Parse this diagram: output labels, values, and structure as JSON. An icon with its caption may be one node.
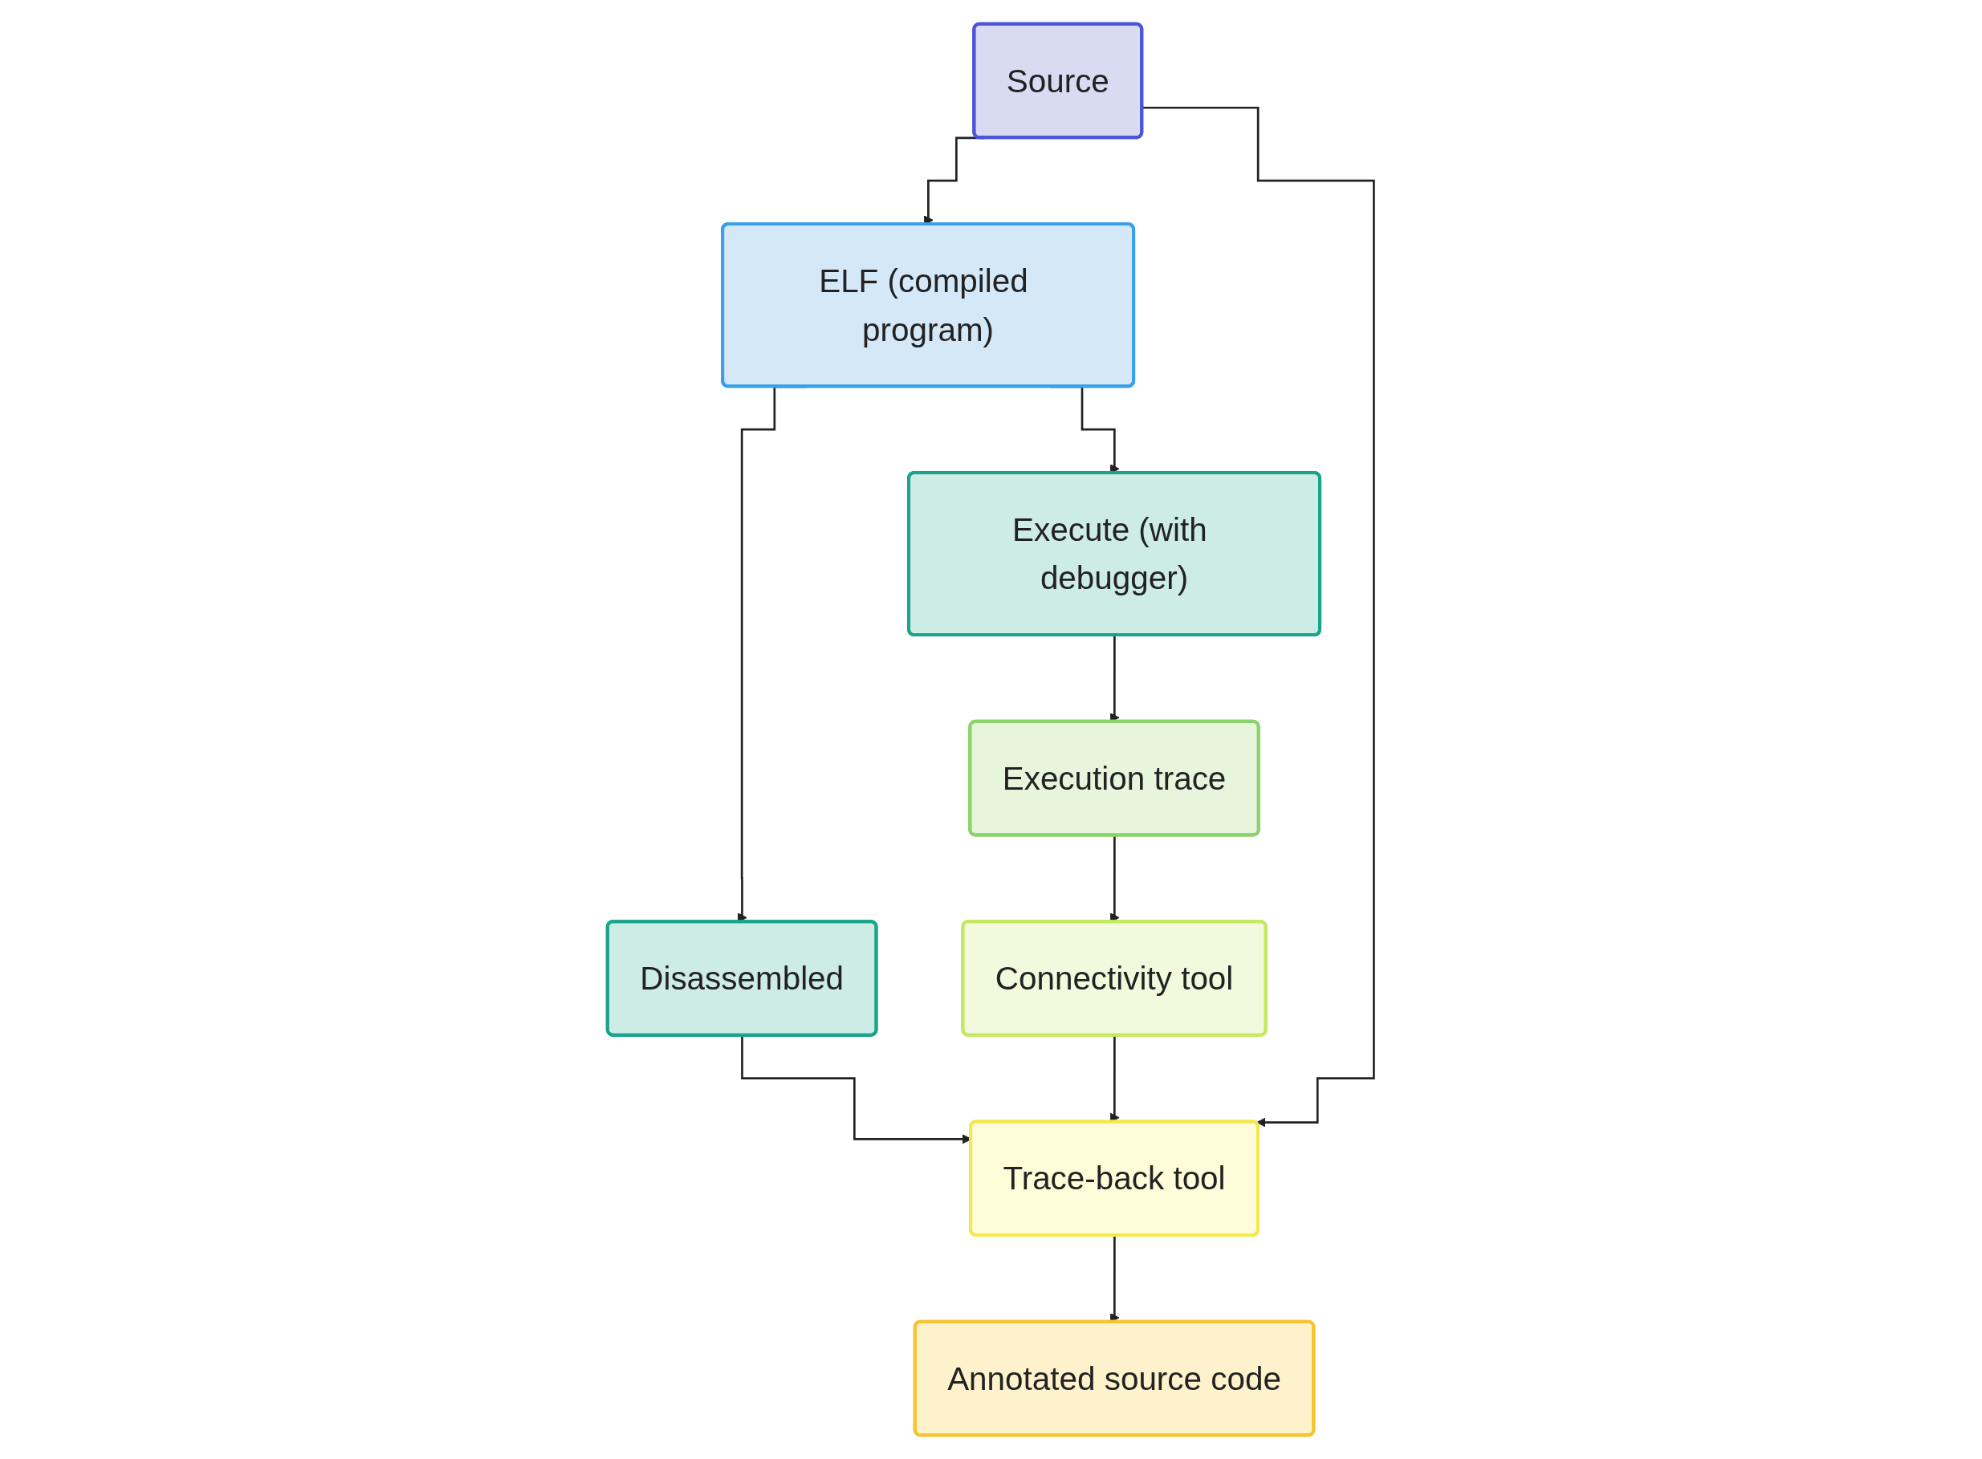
{
  "diagram": {
    "nodes": [
      {
        "text": [
          "Source"
        ]
      },
      {
        "text": [
          "ELF (compiled program)"
        ]
      },
      {
        "text": [
          "Disassembled"
        ]
      },
      {
        "text": [
          "Execute (with debugger)"
        ]
      },
      {
        "text": [
          "Execution trace"
        ]
      },
      {
        "text": [
          "Connectivity tool"
        ]
      },
      {
        "text": [
          "Trace-back tool"
        ]
      },
      {
        "text": [
          "Annotated source code"
        ]
      }
    ],
    "edges": [
      {
        "from": 0,
        "to": 1,
        "arrow": "to"
      },
      {
        "from": 1,
        "to": 2,
        "arrow": "to"
      },
      {
        "from": 1,
        "to": 3,
        "arrow": "to"
      },
      {
        "from": 3,
        "to": 4,
        "arrow": "to"
      },
      {
        "from": 4,
        "to": 5,
        "arrow": "to"
      },
      {
        "from": 2,
        "to": 6,
        "arrow": "to"
      },
      {
        "from": 5,
        "to": 6,
        "arrow": "to"
      },
      {
        "from": 0,
        "to": 6,
        "arrow": "to"
      },
      {
        "from": 6,
        "to": 7,
        "arrow": "to"
      }
    ]
  }
}
